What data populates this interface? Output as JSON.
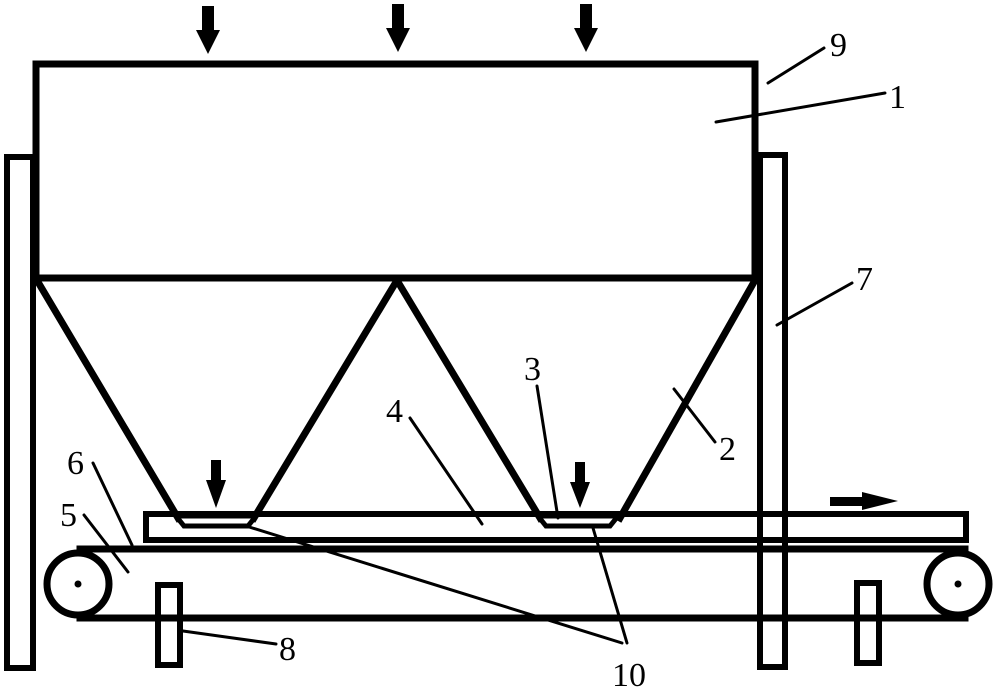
{
  "diagram": {
    "type": "mechanical-schematic",
    "description": "Hopper feeding system above a belt conveyor",
    "line_color": "#000000",
    "background": "#ffffff",
    "labels": [
      {
        "id": "1",
        "text": "1",
        "part": "hopper-upper-box"
      },
      {
        "id": "2",
        "text": "2",
        "part": "funnel-cone"
      },
      {
        "id": "3",
        "text": "3",
        "part": "discharge-outlet"
      },
      {
        "id": "4",
        "text": "4",
        "part": "tray"
      },
      {
        "id": "5",
        "text": "5",
        "part": "conveyor-belt"
      },
      {
        "id": "6",
        "text": "6",
        "part": "belt-top-surface"
      },
      {
        "id": "7",
        "text": "7",
        "part": "support-column"
      },
      {
        "id": "8",
        "text": "8",
        "part": "belt-support"
      },
      {
        "id": "9",
        "text": "9",
        "part": "hopper-wall"
      },
      {
        "id": "10",
        "text": "10",
        "part": "outlet-gates"
      }
    ],
    "arrows": [
      {
        "name": "feed-arrow-1",
        "direction": "down"
      },
      {
        "name": "feed-arrow-2",
        "direction": "down"
      },
      {
        "name": "feed-arrow-3",
        "direction": "down"
      },
      {
        "name": "outlet-arrow-left",
        "direction": "down"
      },
      {
        "name": "outlet-arrow-right",
        "direction": "down"
      },
      {
        "name": "conveyor-direction-arrow",
        "direction": "right"
      }
    ]
  }
}
